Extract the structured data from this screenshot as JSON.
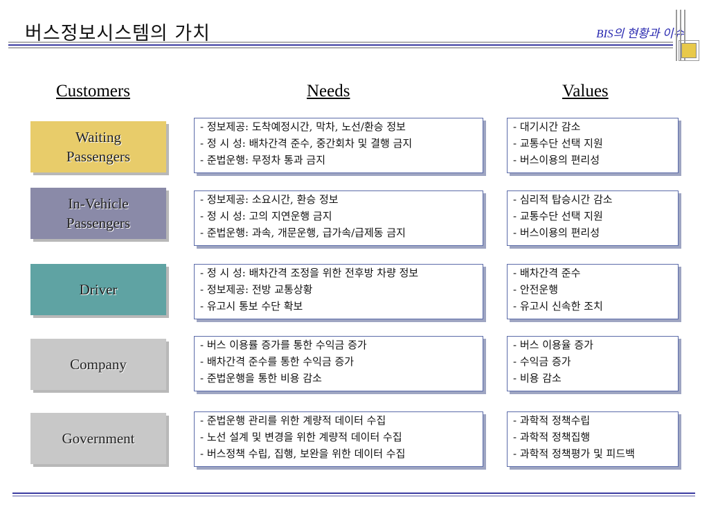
{
  "header": {
    "title": "버스정보시스템의 가치",
    "subtitle": "BIS의 현황과 이슈"
  },
  "columns": {
    "customers": "Customers",
    "needs": "Needs",
    "values": "Values"
  },
  "rows": [
    {
      "customer_lines": [
        "Waiting",
        "Passengers"
      ],
      "customer_color": "#e8cc6a",
      "needs": [
        "- 정보제공: 도착예정시간, 막차, 노선/환승 정보",
        "- 정 시 성: 배차간격 준수, 중간회차 및 결행 금지",
        "- 준법운행: 무정차 통과 금지"
      ],
      "values": [
        "- 대기시간 감소",
        "- 교통수단 선택 지원",
        "- 버스이용의 편리성"
      ]
    },
    {
      "customer_lines": [
        "In-Vehicle",
        "Passengers"
      ],
      "customer_color": "#8a8aa8",
      "needs": [
        "- 정보제공: 소요시간, 환승 정보",
        "- 정 시 성: 고의 지연운행 금지",
        "- 준법운행: 과속, 개문운행, 급가속/급제동 금지"
      ],
      "values": [
        "- 심리적 탑승시간 감소",
        "- 교통수단 선택 지원",
        "- 버스이용의 편리성"
      ]
    },
    {
      "customer_lines": [
        "Driver"
      ],
      "customer_color": "#5fa3a3",
      "needs": [
        "- 정 시 성: 배차간격 조정을 위한 전후방 차량 정보",
        "- 정보제공: 전방 교통상황",
        "- 유고시 통보 수단 확보"
      ],
      "values": [
        "- 배차간격 준수",
        "- 안전운행",
        "- 유고시 신속한 조치"
      ]
    },
    {
      "customer_lines": [
        "Company"
      ],
      "customer_color": "#c8c8c8",
      "needs": [
        "- 버스 이용률 증가를 통한 수익금 증가",
        "- 배차간격 준수를 통한 수익금 증가",
        "- 준법운행을 통한 비용 감소"
      ],
      "values": [
        "- 버스 이용율 증가",
        "- 수익금 증가",
        "- 비용 감소"
      ]
    },
    {
      "customer_lines": [
        "Government"
      ],
      "customer_color": "#c8c8c8",
      "needs": [
        "- 준법운행 관리를 위한 계량적 데이터 수집",
        "- 노선 설계 및 변경을 위한 계량적 데이터 수집",
        "- 버스정책 수립, 집행, 보완을 위한 데이터 수집"
      ],
      "values": [
        "- 과학적 정책수립",
        "- 과학적 정책집행",
        "- 과학적 정책평가 및 피드백"
      ]
    }
  ]
}
